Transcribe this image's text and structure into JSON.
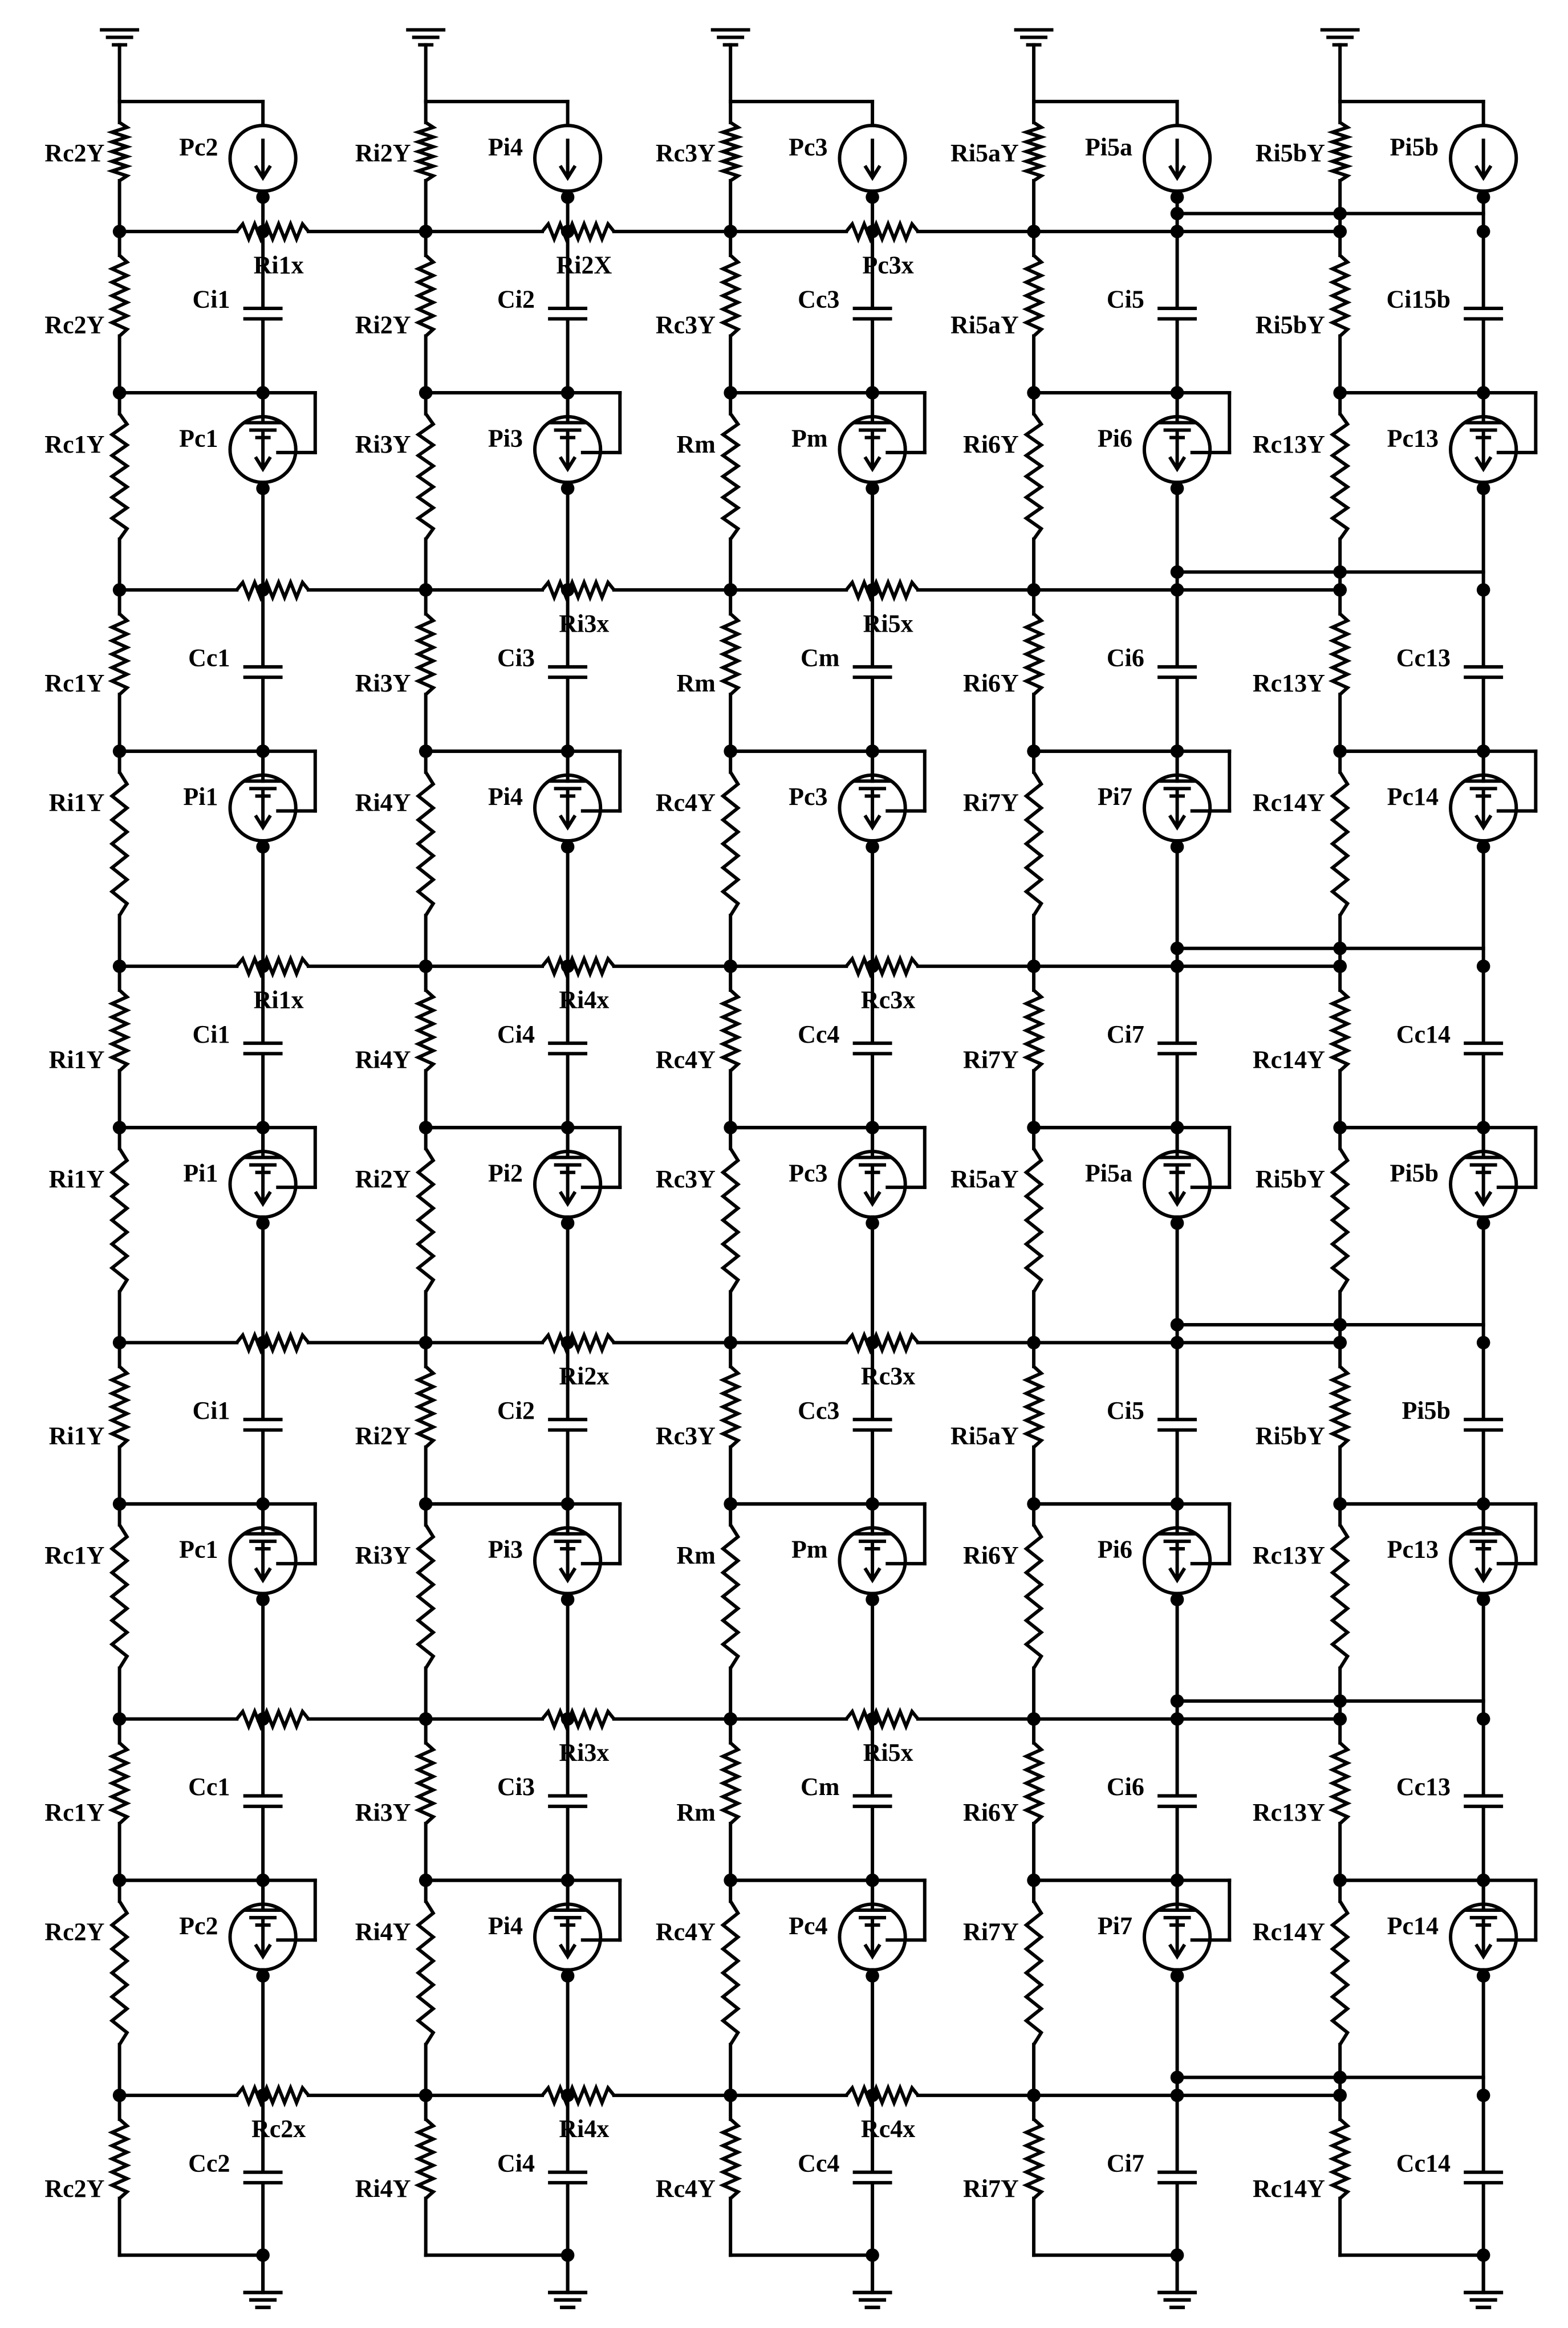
{
  "colors": {
    "line": "#000000",
    "background": "#ffffff"
  },
  "columns": [
    {
      "shunts": [
        "Rc2Y",
        "Rc2Y",
        "Rc1Y",
        "Rc1Y",
        "Ri1Y",
        "Ri1Y",
        "Ri1Y",
        "Ri1Y",
        "Rc1Y",
        "Rc1Y",
        "Rc2Y",
        "Rc2Y"
      ],
      "sources": [
        "Pc2",
        "Pc1",
        "Pi1",
        "Pi1",
        "Pc1",
        "Pc2"
      ],
      "caps": [
        "Ci1",
        "Cc1",
        "Ci1",
        "Ci1",
        "Cc1",
        "Cc2"
      ]
    },
    {
      "shunts": [
        "Ri2Y",
        "Ri2Y",
        "Ri3Y",
        "Ri3Y",
        "Ri4Y",
        "Ri4Y",
        "Ri2Y",
        "Ri2Y",
        "Ri3Y",
        "Ri3Y",
        "Ri4Y",
        "Ri4Y"
      ],
      "sources": [
        "Pi4",
        "Pi3",
        "Pi4",
        "Pi2",
        "Pi3",
        "Pi4"
      ],
      "caps": [
        "Ci2",
        "Ci3",
        "Ci4",
        "Ci2",
        "Ci3",
        "Ci4"
      ]
    },
    {
      "shunts": [
        "Rc3Y",
        "Rc3Y",
        "Rm",
        "Rm",
        "Rc4Y",
        "Rc4Y",
        "Rc3Y",
        "Rc3Y",
        "Rm",
        "Rm",
        "Rc4Y",
        "Rc4Y"
      ],
      "sources": [
        "Pc3",
        "Pm",
        "Pc3",
        "Pc3",
        "Pm",
        "Pc4"
      ],
      "caps": [
        "Cc3",
        "Cm",
        "Cc4",
        "Cc3",
        "Cm",
        "Cc4"
      ]
    },
    {
      "shunts": [
        "Ri5aY",
        "Ri5aY",
        "Ri6Y",
        "Ri6Y",
        "Ri7Y",
        "Ri7Y",
        "Ri5aY",
        "Ri5aY",
        "Ri6Y",
        "Ri6Y",
        "Ri7Y",
        "Ri7Y"
      ],
      "sources": [
        "Pi5a",
        "Pi6",
        "Pi7",
        "Pi5a",
        "Pi6",
        "Pi7"
      ],
      "caps": [
        "Ci5",
        "Ci6",
        "Ci7",
        "Ci5",
        "Ci6",
        "Ci7"
      ]
    },
    {
      "shunts": [
        "Ri5bY",
        "Ri5bY",
        "Rc13Y",
        "Rc13Y",
        "Rc14Y",
        "Rc14Y",
        "Ri5bY",
        "Ri5bY",
        "Rc13Y",
        "Rc13Y",
        "Rc14Y",
        "Rc14Y"
      ],
      "sources": [
        "Pi5b",
        "Pc13",
        "Pc14",
        "Pi5b",
        "Pc13",
        "Pc14"
      ],
      "caps": [
        "Ci15b",
        "Cc13",
        "Cc14",
        "Pi5b",
        "Cc13",
        "Cc14"
      ]
    }
  ],
  "links": [
    [
      "Ri1x",
      "Ri2X",
      "Pc3x",
      "",
      ""
    ],
    [
      "",
      "Ri3x",
      "Ri5x",
      "",
      ""
    ],
    [
      "Ri1x",
      "Ri4x",
      "Rc3x",
      "",
      ""
    ],
    [
      "",
      "Ri2x",
      "Rc3x",
      "",
      ""
    ],
    [
      "",
      "Ri3x",
      "Ri5x",
      "",
      ""
    ],
    [
      "Rc2x",
      "Ri4x",
      "Rc4x",
      "",
      ""
    ]
  ]
}
